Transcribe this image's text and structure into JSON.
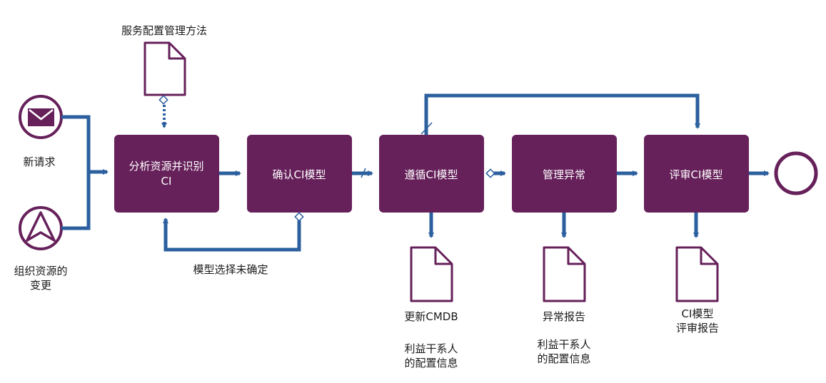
{
  "colors": {
    "box": "#66205a",
    "outline": "#66205a",
    "flow": "#2b5f9e",
    "text": "#1a1a1a",
    "box_text": "#ffffff"
  },
  "inputs": {
    "new_request": {
      "icon": "envelope-icon",
      "label": "新请求"
    },
    "org_change": {
      "icon": "chevron-up-icon",
      "label_line1": "组织资源的",
      "label_line2": "变更"
    }
  },
  "top_document": {
    "label": "服务配置管理方法",
    "icon": "document-icon"
  },
  "steps": [
    {
      "line1": "分析资源并识别",
      "line2": "CI"
    },
    {
      "line1": "确认CI模型"
    },
    {
      "line1": "遵循CI模型"
    },
    {
      "line1": "管理异常"
    },
    {
      "line1": "评审CI模型"
    }
  ],
  "loop_label": "模型选择未确定",
  "outputs": [
    {
      "icon": "document-icon",
      "line1": "更新CMDB",
      "line2": "利益干系人",
      "line3": "的配置信息"
    },
    {
      "icon": "document-icon",
      "line1": "异常报告",
      "line2": "利益干系人",
      "line3": "的配置信息"
    },
    {
      "icon": "document-icon",
      "line1": "CI模型",
      "line2": "评审报告"
    }
  ],
  "end_event": {
    "icon": "end-circle-icon"
  }
}
